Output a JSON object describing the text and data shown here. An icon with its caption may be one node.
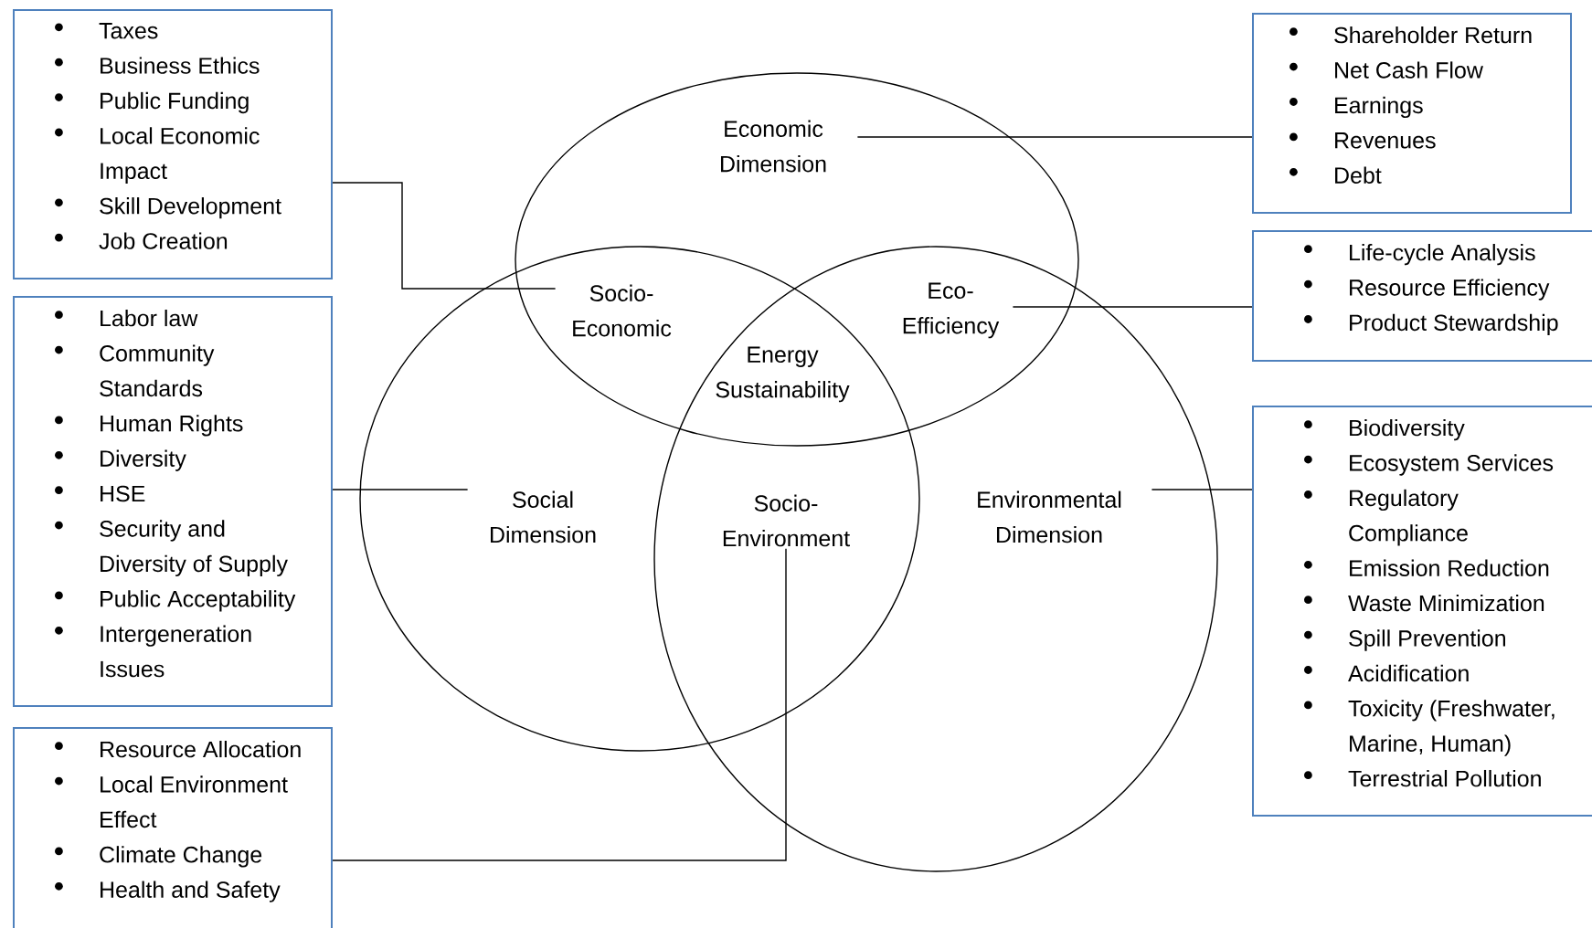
{
  "diagram": {
    "nodes": [
      {
        "text": [
          "Economic Dimension"
        ]
      },
      {
        "text": [
          "Social Dimension"
        ]
      },
      {
        "text": [
          "Environmental Dimension"
        ]
      },
      {
        "text": [
          "Socio-Economic"
        ]
      },
      {
        "text": [
          "Eco-Efficiency"
        ]
      },
      {
        "text": [
          "Energy Sustainability"
        ]
      },
      {
        "text": [
          "Socio-Environment"
        ]
      },
      {
        "text": [
          "Taxes",
          "Business Ethics",
          "Public Funding",
          "Local Economic Impact",
          "Skill Development",
          "Job Creation"
        ]
      },
      {
        "text": [
          "Labor law",
          "Community Standards",
          "Human Rights",
          "Diversity",
          "HSE",
          "Security and Diversity of Supply",
          "Public Acceptability",
          "Intergeneration Issues"
        ]
      },
      {
        "text": [
          "Resource Allocation",
          "Local Environment Effect",
          "Climate Change",
          "Health and Safety"
        ]
      },
      {
        "text": [
          "Shareholder Return",
          "Net Cash Flow",
          "Earnings",
          "Revenues",
          "Debt"
        ]
      },
      {
        "text": [
          "Life-cycle Analysis",
          "Resource Efficiency",
          "Product Stewardship"
        ]
      },
      {
        "text": [
          "Biodiversity",
          "Ecosystem Services",
          "Regulatory Compliance",
          "Emission Reduction",
          "Waste Minimization",
          "Spill Prevention",
          "Acidification",
          "Toxicity (Freshwater, Marine, Human)",
          "Terrestrial Pollution"
        ]
      }
    ],
    "edges": [
      {
        "from": 0,
        "to": 10,
        "arrow": "none"
      },
      {
        "from": 7,
        "to": 3,
        "arrow": "none"
      },
      {
        "from": 4,
        "to": 11,
        "arrow": "none"
      },
      {
        "from": 8,
        "to": 1,
        "arrow": "none"
      },
      {
        "from": 2,
        "to": 12,
        "arrow": "none"
      },
      {
        "from": 6,
        "to": 9,
        "arrow": "none"
      }
    ]
  }
}
